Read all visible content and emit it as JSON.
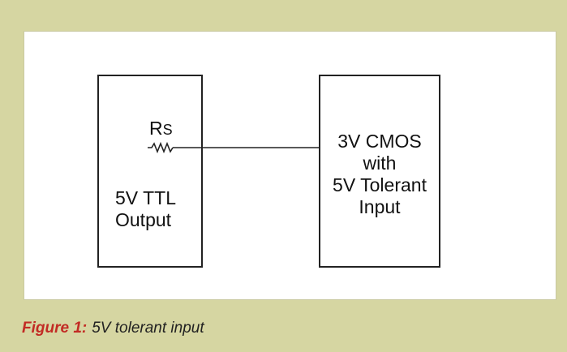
{
  "diagram": {
    "resistor_label": "R",
    "resistor_subscript": "S",
    "left_block": {
      "line1": "5V TTL",
      "line2": "Output"
    },
    "right_block": {
      "line1": "3V CMOS",
      "line2": "with",
      "line3": "5V Tolerant",
      "line4": "Input"
    }
  },
  "caption": {
    "figure_label": "Figure 1:",
    "text": "5V tolerant input"
  },
  "colors": {
    "background": "#d6d6a2",
    "panel": "#ffffff",
    "caption_accent": "#c22b24",
    "lines": "#222222"
  }
}
